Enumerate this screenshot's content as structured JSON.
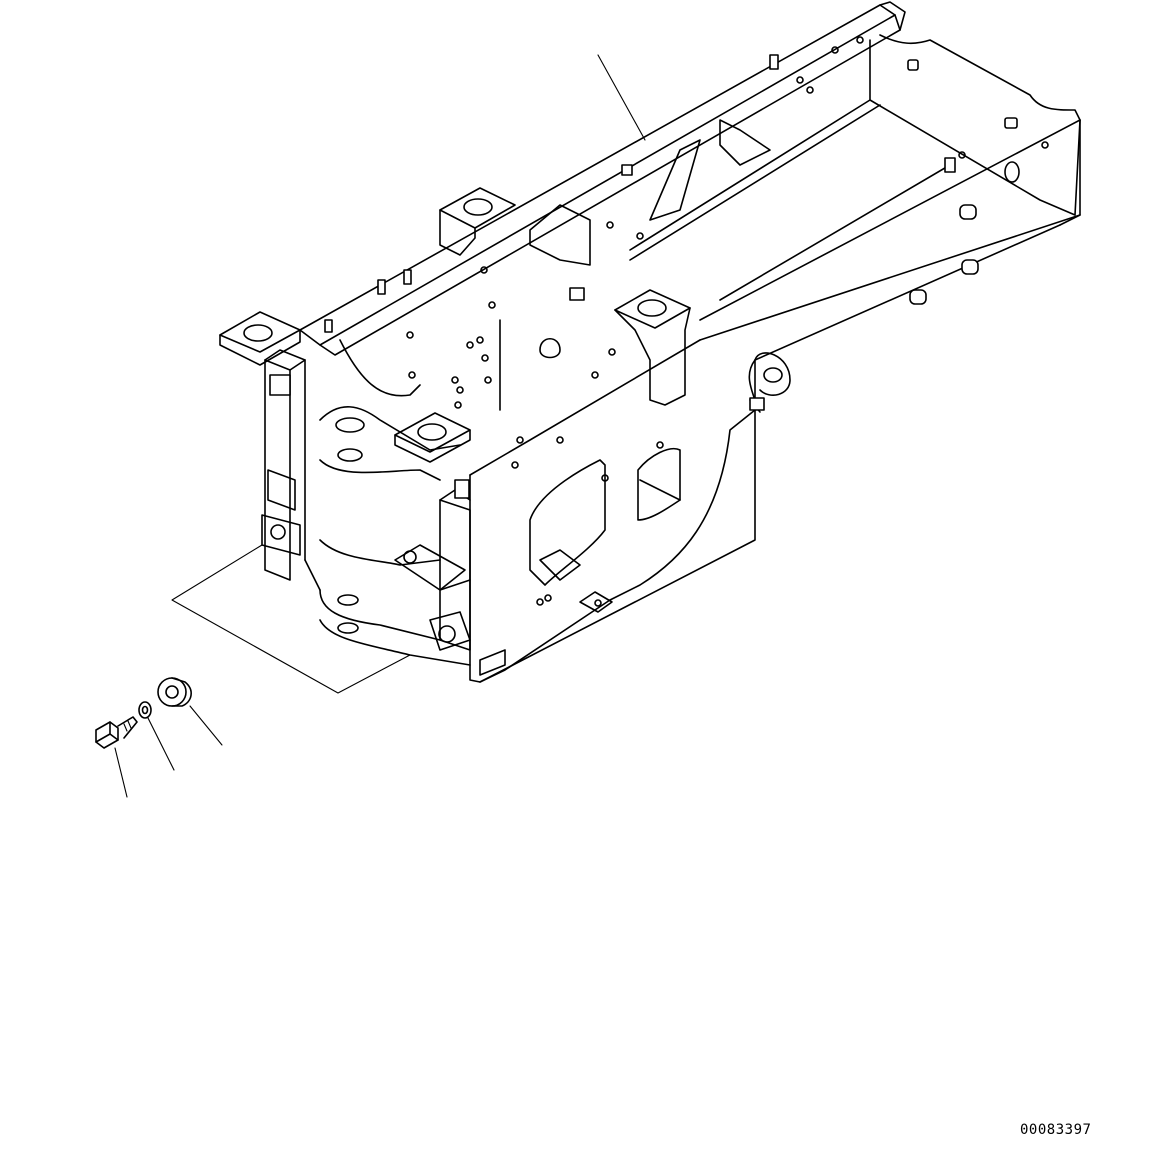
{
  "drawing": {
    "document_number": "00083397",
    "parts": [
      {
        "name": "frame"
      },
      {
        "name": "bolt"
      },
      {
        "name": "washer"
      },
      {
        "name": "spacer"
      }
    ]
  }
}
